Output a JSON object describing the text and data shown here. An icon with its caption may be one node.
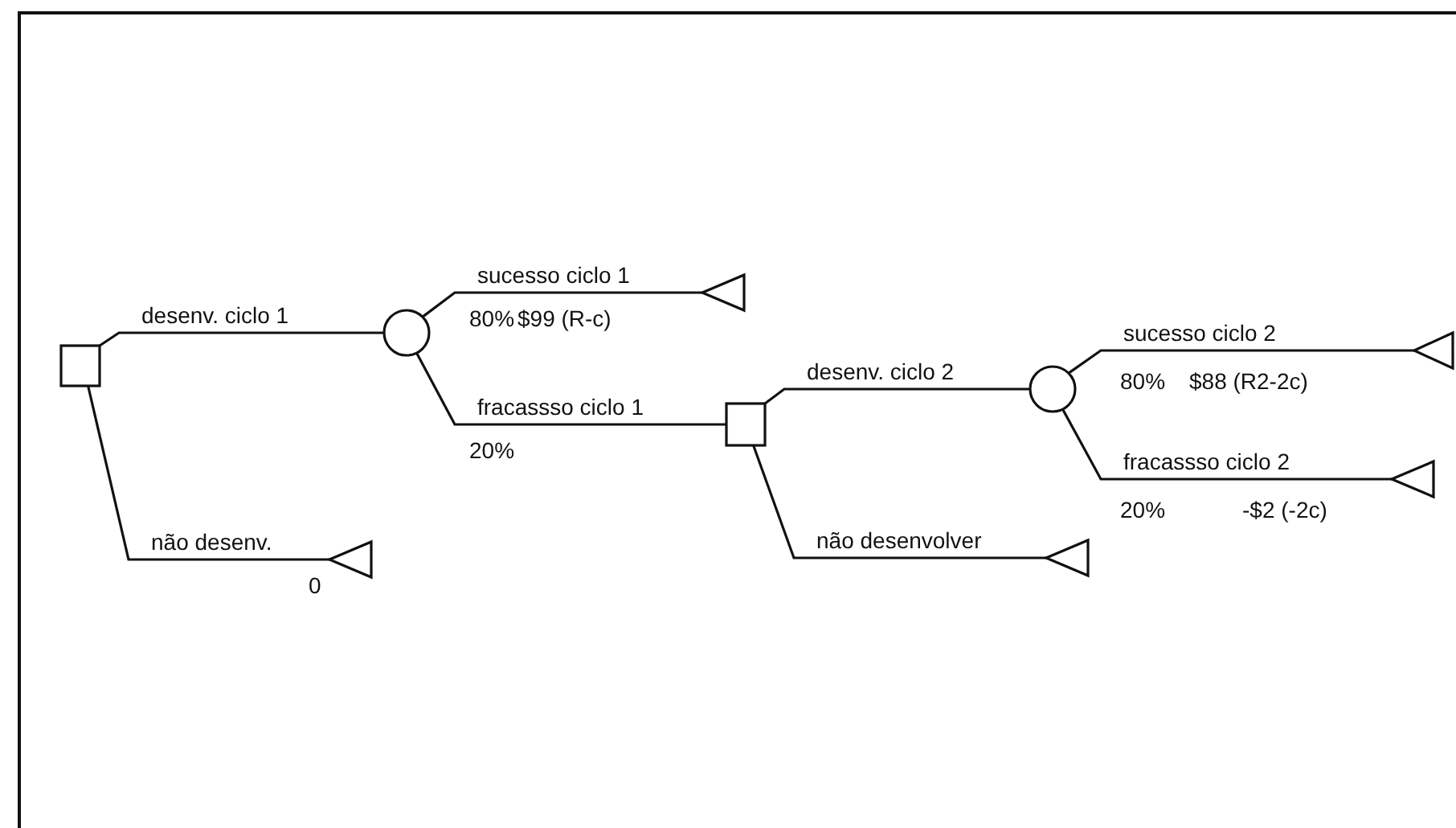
{
  "diagram": {
    "nodes": [
      {
        "text": [],
        "shape": "box"
      },
      {
        "text": [],
        "shape": "circle"
      },
      {
        "text": [],
        "shape": "triangle"
      },
      {
        "text": [],
        "shape": "box"
      },
      {
        "text": [],
        "shape": "circle"
      },
      {
        "text": [],
        "shape": "triangle"
      },
      {
        "text": [],
        "shape": "triangle"
      },
      {
        "text": [],
        "shape": "triangle"
      },
      {
        "text": [],
        "shape": "triangle"
      }
    ],
    "edges": [
      {
        "from": 0,
        "to": 1,
        "arrow": "none",
        "label": "desenv. ciclo 1"
      },
      {
        "from": 1,
        "to": 2,
        "arrow": "none",
        "label": "sucesso ciclo 1"
      },
      {
        "from": 1,
        "to": 3,
        "arrow": "none",
        "label": "fracassso ciclo 1"
      },
      {
        "from": 3,
        "to": 4,
        "arrow": "none",
        "label": "desenv. ciclo 2"
      },
      {
        "from": 4,
        "to": 5,
        "arrow": "none",
        "label": "sucesso ciclo 2"
      },
      {
        "from": 4,
        "to": 6,
        "arrow": "none",
        "label": "fracassso ciclo 2"
      },
      {
        "from": 3,
        "to": 7,
        "arrow": "none",
        "label": "não desenvolver"
      },
      {
        "from": 0,
        "to": 8,
        "arrow": "none",
        "label": "não desenv."
      }
    ],
    "labels": [
      "80%",
      "$99 (R-c)",
      "20%",
      "0",
      "80%",
      "$88 (R2-2c)",
      "20%",
      "-$2 (-2c)"
    ]
  }
}
